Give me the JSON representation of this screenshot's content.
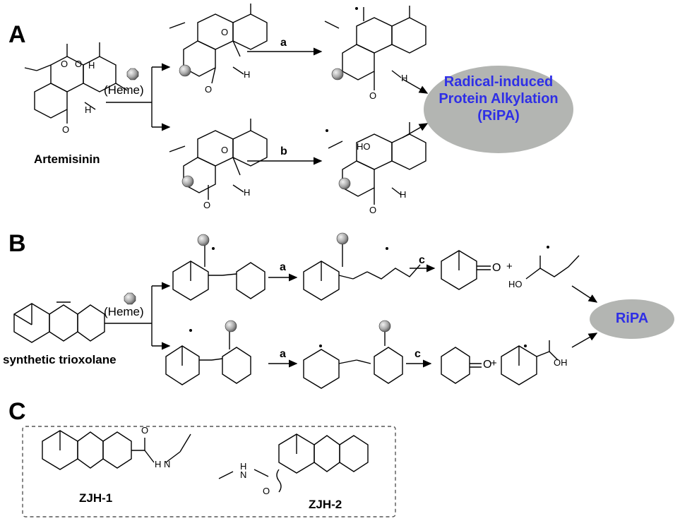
{
  "panels": {
    "a": "A",
    "b": "B",
    "c": "C"
  },
  "heme_label": "(Heme)",
  "step_labels": {
    "a": "a",
    "b": "b",
    "c": "c"
  },
  "compounds": {
    "artemisinin": "Artemisinin",
    "trioxolane": "synthetic trioxolane",
    "zjh1": "ZJH-1",
    "zjh2": "ZJH-2"
  },
  "outcomes": {
    "ripa_full": "Radical-induced Protein Alkylation (RiPA)",
    "ripa_short": "RiPA"
  },
  "atom_labels": {
    "H": "H",
    "O": "O",
    "HO": "HO",
    "OH": "OH",
    "NH": "H\nN",
    "plus": "+"
  },
  "colors": {
    "oval_fill": "#b3b5b2",
    "oval_text": "#2f2fe6",
    "heme_sphere": "#9a9a9a",
    "frame_dash": "#555555"
  },
  "icons": [
    "heme-sphere-icon",
    "reaction-arrow-icon"
  ]
}
